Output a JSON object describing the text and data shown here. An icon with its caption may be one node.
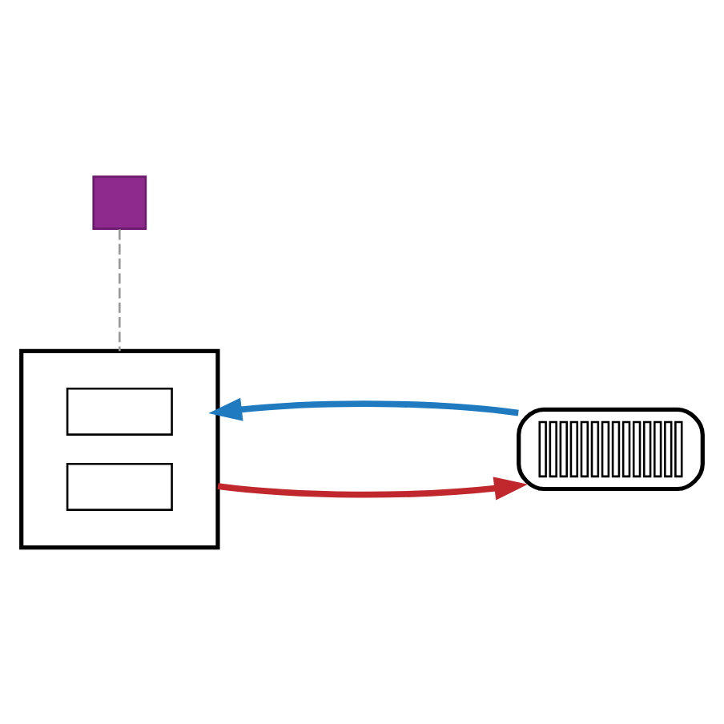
{
  "diagram": {
    "nodes": [
      {
        "text": [],
        "shape": "box"
      },
      {
        "text": [],
        "shape": "box"
      },
      {
        "text": [],
        "shape": "radiator"
      }
    ],
    "edges": [
      {
        "from": 0,
        "to": 1,
        "arrow": "none",
        "style": "dashed",
        "color": "#999999"
      },
      {
        "from": 1,
        "to": 2,
        "arrow": "to",
        "color": "#c0282d"
      },
      {
        "from": 2,
        "to": 1,
        "arrow": "to",
        "color": "#1f7ac0"
      }
    ]
  }
}
